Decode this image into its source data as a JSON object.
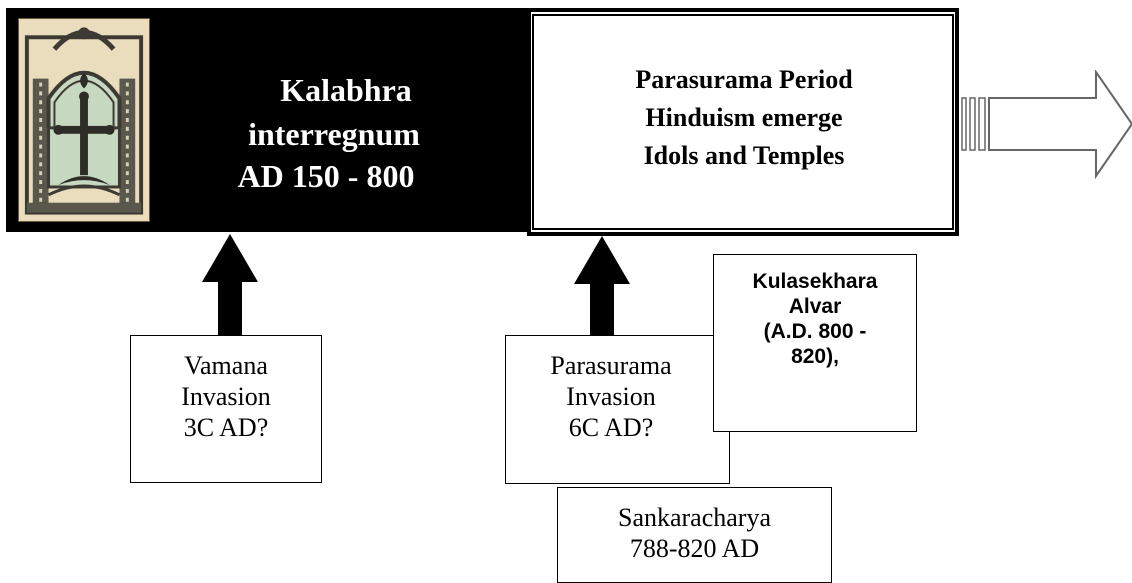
{
  "kalabhra": {
    "line1": "Kalabhra",
    "line2": "interregnum",
    "line3": "AD 150 - 800"
  },
  "parasurama_period": {
    "line1": "Parasurama Period",
    "line2": "Hinduism emerge",
    "line3": "Idols and Temples"
  },
  "vamana": {
    "line1": "Vamana",
    "line2": "Invasion",
    "line3": "3C AD?"
  },
  "parasurama_invasion": {
    "line1": "Parasurama",
    "line2": "Invasion",
    "line3": "6C AD?"
  },
  "kulasekhara": {
    "line1": "Kulasekhara",
    "line2": "Alvar",
    "line3": "(A.D. 800 -",
    "line4": "820),"
  },
  "sankaracharya": {
    "line1": "Sankaracharya",
    "line2": "788-820 AD"
  }
}
